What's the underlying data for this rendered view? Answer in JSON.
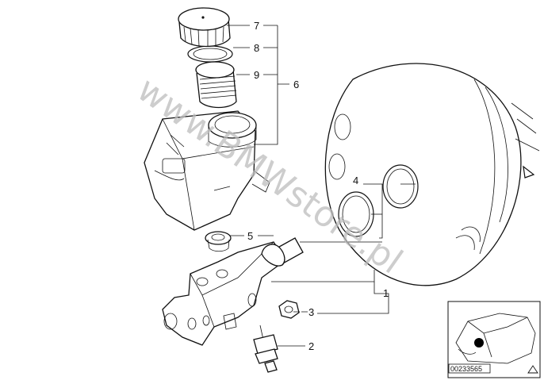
{
  "callouts": {
    "c1": "1",
    "c2": "2",
    "c3": "3",
    "c4": "4",
    "c5": "5",
    "c6": "6",
    "c7": "7",
    "c8": "8",
    "c9": "9"
  },
  "watermark": "www.BMWstore.pl",
  "inset": {
    "ref_number": "00233565",
    "marker_color": "#000000"
  }
}
